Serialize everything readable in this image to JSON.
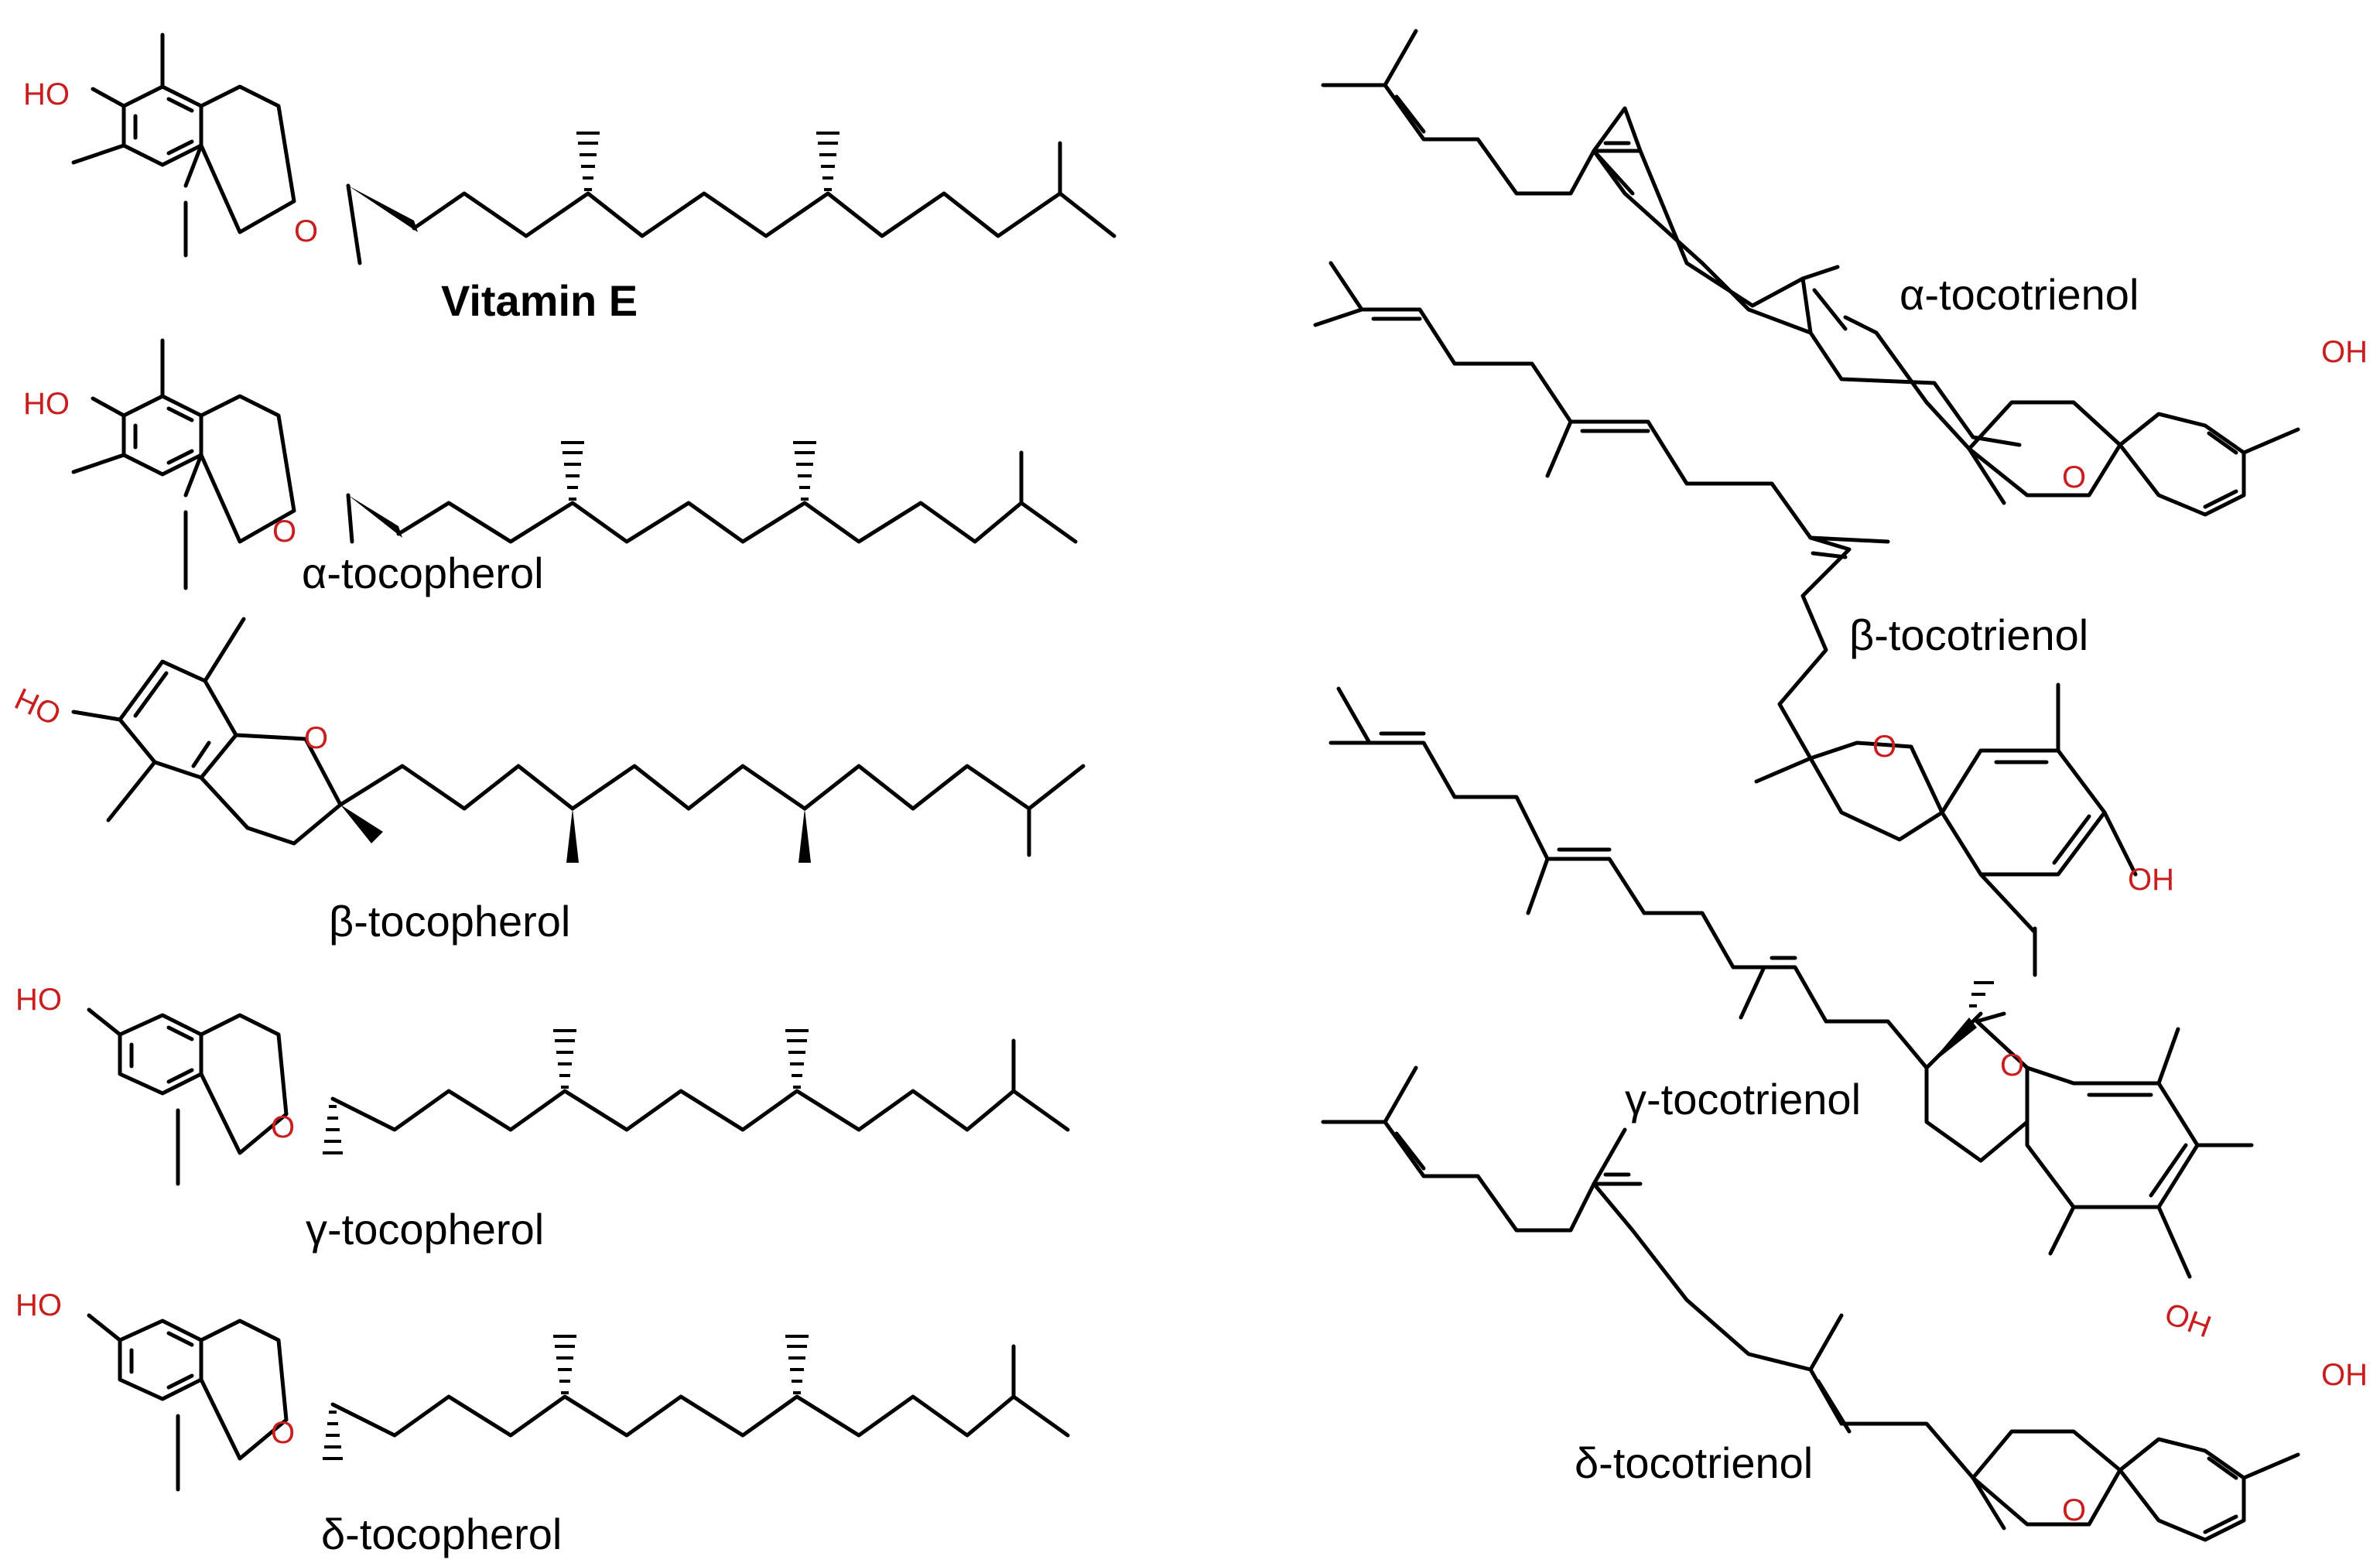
{
  "labels": {
    "vitamin_e": "Vitamin E",
    "alpha_tocopherol": "α-tocopherol",
    "beta_tocopherol": "β-tocopherol",
    "gamma_tocopherol": "γ-tocopherol",
    "delta_tocopherol": "δ-tocopherol",
    "alpha_tocotrienol": "α-tocotrienol",
    "beta_tocotrienol": "β-tocotrienol",
    "gamma_tocotrienol": "γ-tocotrienol",
    "delta_tocotrienol": "δ-tocotrienol"
  },
  "atoms": {
    "hydroxyl": "HO",
    "hydroxyl_right": "OH",
    "oxygen": "O"
  },
  "colors": {
    "heteroatom": "#c81e1e",
    "bond": "#000000",
    "background": "#ffffff"
  }
}
